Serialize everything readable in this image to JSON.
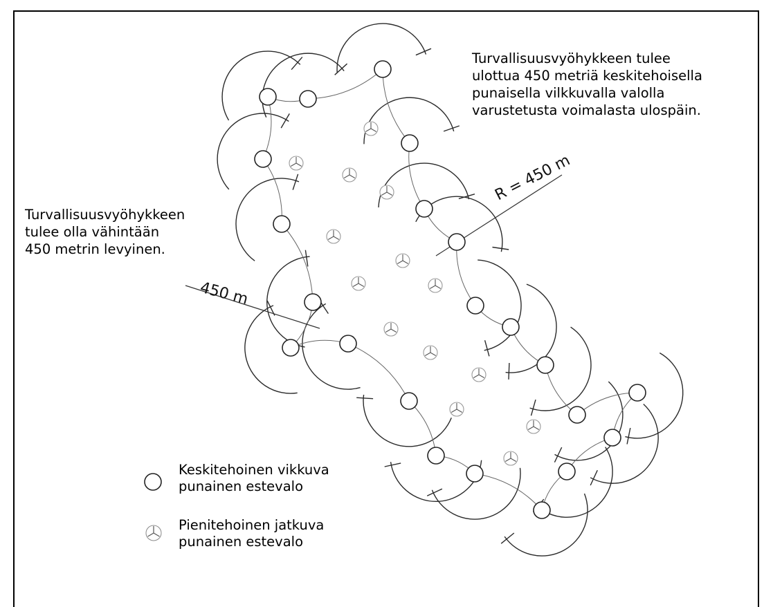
{
  "annotations": {
    "top_right": [
      "Turvallisuusvyöhykkeen tulee",
      "ulottua 450 metriä keskitehoisella",
      "punaisella vilkkuvalla valolla",
      "varustetusta voimalasta ulospäin."
    ],
    "left": [
      "Turvallisuusvyöhykkeen",
      "tulee olla vähintään",
      "450 metrin levyinen."
    ],
    "radius_label": "R = 450 m",
    "width_label": "450 m"
  },
  "legend": [
    {
      "symbol": "circle-marker-icon",
      "lines": [
        "Keskitehoinen vikkuva",
        "punainen estevalo"
      ]
    },
    {
      "symbol": "tripod-marker-icon",
      "lines": [
        "Pienitehoinen jatkuva",
        "punainen estevalo"
      ]
    }
  ],
  "colors": {
    "line": "#2a2a2a",
    "background": "#ffffff"
  }
}
